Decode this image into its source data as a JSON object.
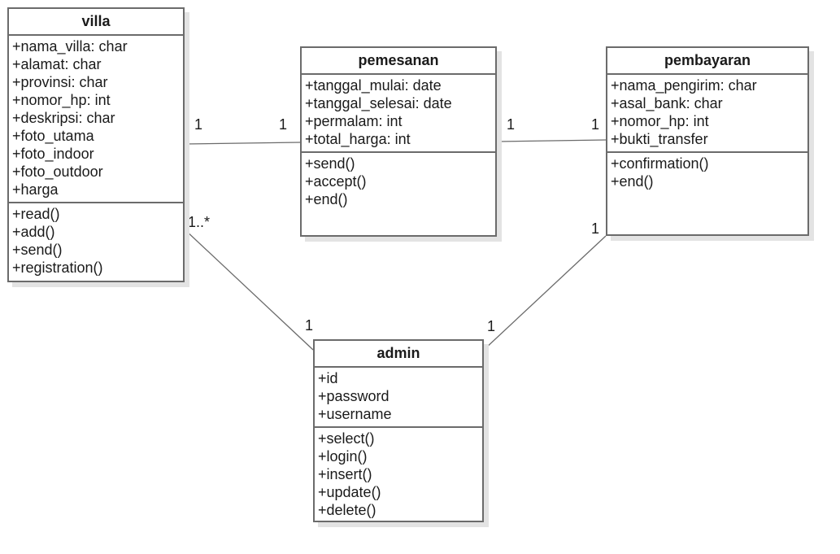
{
  "classes": {
    "villa": {
      "name": "villa",
      "attributes": [
        "+nama_villa: char",
        "+alamat: char",
        "+provinsi: char",
        "+nomor_hp: int",
        "+deskripsi: char",
        "+foto_utama",
        "+foto_indoor",
        "+foto_outdoor",
        "+harga"
      ],
      "operations": [
        "+read()",
        "+add()",
        "+send()",
        "+registration()"
      ]
    },
    "pemesanan": {
      "name": "pemesanan",
      "attributes": [
        "+tanggal_mulai: date",
        "+tanggal_selesai: date",
        "+permalam: int",
        "+total_harga: int"
      ],
      "operations": [
        "+send()",
        "+accept()",
        "+end()"
      ]
    },
    "pembayaran": {
      "name": "pembayaran",
      "attributes": [
        "+nama_pengirim: char",
        "+asal_bank: char",
        "+nomor_hp: int",
        "+bukti_transfer"
      ],
      "operations": [
        "+confirmation()",
        "+end()"
      ]
    },
    "admin": {
      "name": "admin",
      "attributes": [
        "+id",
        "+password",
        "+username"
      ],
      "operations": [
        "+select()",
        "+login()",
        "+insert()",
        "+update()",
        "+delete()"
      ]
    }
  },
  "associations": [
    {
      "from": "villa",
      "to": "pemesanan",
      "from_mult": "1",
      "to_mult": "1"
    },
    {
      "from": "pemesanan",
      "to": "pembayaran",
      "from_mult": "1",
      "to_mult": "1"
    },
    {
      "from": "villa",
      "to": "admin",
      "from_mult": "1..*",
      "to_mult": "1"
    },
    {
      "from": "pembayaran",
      "to": "admin",
      "from_mult": "1",
      "to_mult": "1"
    }
  ]
}
